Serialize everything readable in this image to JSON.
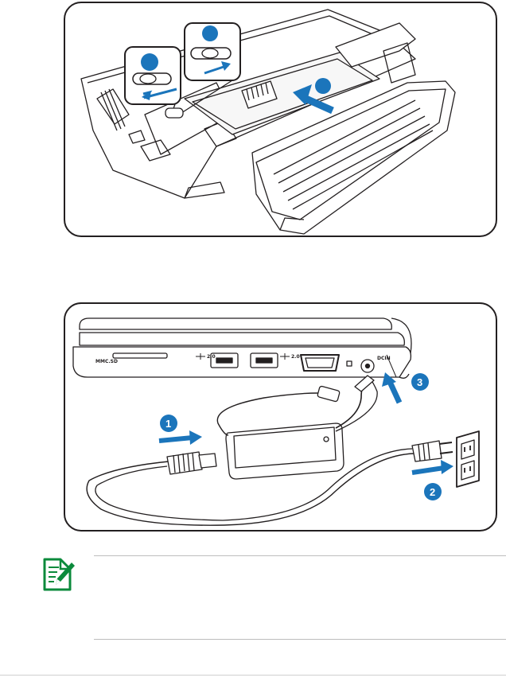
{
  "figure_battery": {
    "steps": [
      "",
      "",
      ""
    ]
  },
  "figure_power": {
    "ports": {
      "card_reader": "MMC.SD",
      "usb_left": "2.0",
      "usb_right": "2.0",
      "dc_in": "DCIN"
    },
    "steps": [
      "1",
      "2",
      "3"
    ]
  },
  "colors": {
    "accent_blue": "#1b75bb",
    "note_green": "#0b8a3b",
    "outline": "#231f20"
  },
  "icons": [
    "note-pencil-icon",
    "arrow-icon",
    "usb-icon"
  ]
}
